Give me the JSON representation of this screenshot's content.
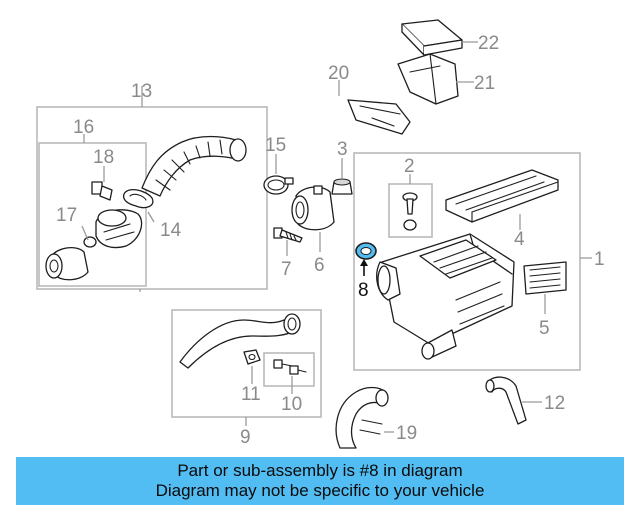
{
  "callouts": {
    "c1": "1",
    "c2": "2",
    "c3": "3",
    "c4": "4",
    "c5": "5",
    "c6": "6",
    "c7": "7",
    "c8": "8",
    "c9": "9",
    "c10": "10",
    "c11": "11",
    "c12": "12",
    "c13": "13",
    "c14": "14",
    "c15": "15",
    "c16": "16",
    "c17": "17",
    "c18": "18",
    "c19": "19",
    "c20": "20",
    "c21": "21",
    "c22": "22"
  },
  "highlight": {
    "part": "8",
    "color": "#52bdf2"
  },
  "banner": {
    "line1": "Part or sub-assembly is #8 in diagram",
    "line2": "Diagram may not be specific to your vehicle",
    "background": "#52bdf2"
  }
}
